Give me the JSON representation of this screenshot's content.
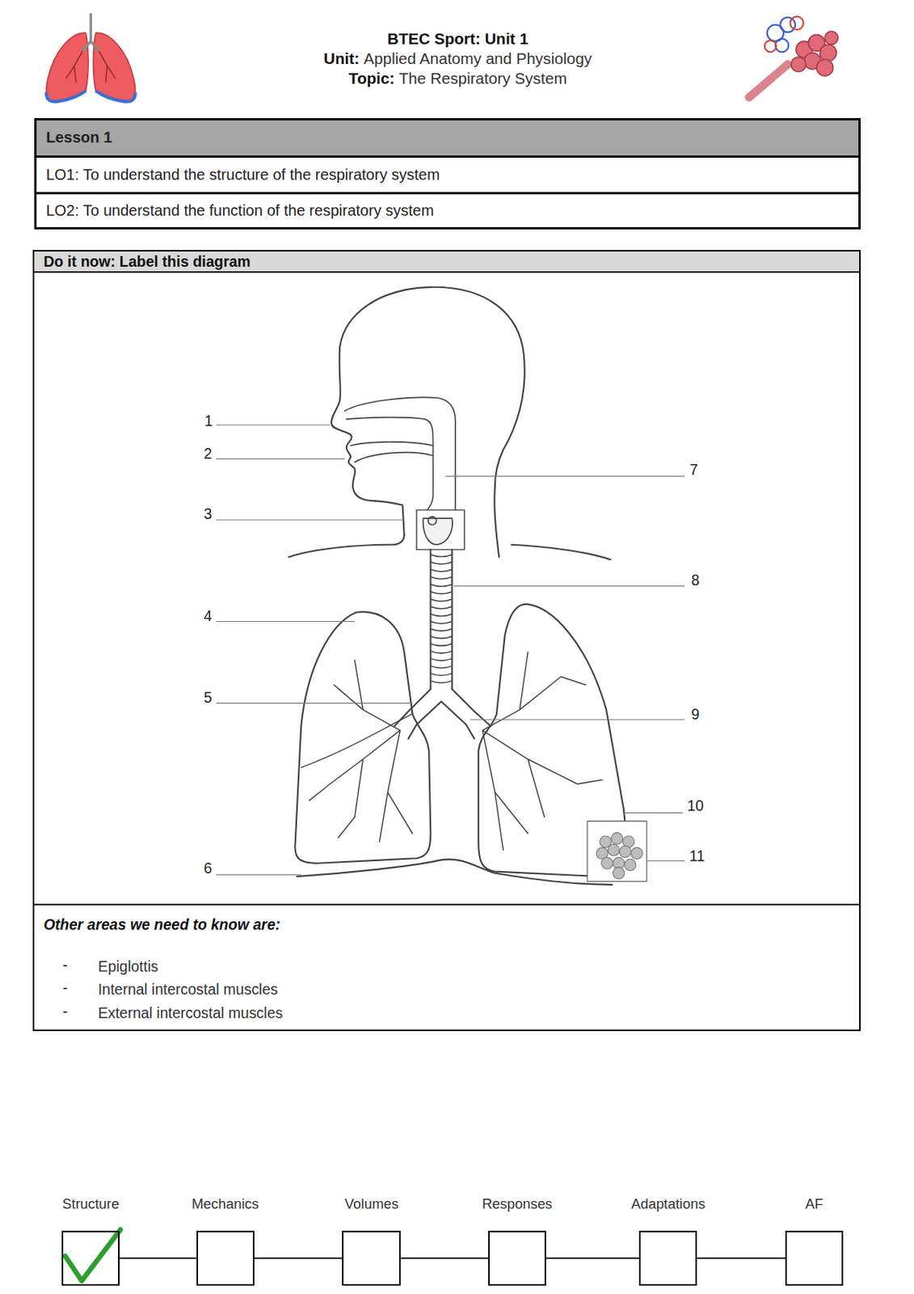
{
  "diagram": {
    "nodes": [
      {
        "text": [
          "Lesson 1"
        ]
      },
      {
        "text": [
          "LO1: To understand the structure of the respiratory system"
        ]
      },
      {
        "text": [
          "LO2: To understand the function of the respiratory system"
        ]
      },
      {
        "text": [
          "Do it now: Label this diagram"
        ]
      },
      {
        "text": [
          "Other areas we need to know are:",
          "Epiglottis",
          "Internal intercostal muscles",
          "External intercostal muscles"
        ]
      },
      {
        "text": [
          "Structure"
        ]
      },
      {
        "text": [
          "Mechanics"
        ]
      },
      {
        "text": [
          "Volumes"
        ]
      },
      {
        "text": [
          "Responses"
        ]
      },
      {
        "text": [
          "Adaptations"
        ]
      },
      {
        "text": [
          "AF"
        ]
      }
    ],
    "edges": [
      {
        "from": 5,
        "to": 6,
        "arrow": "none"
      },
      {
        "from": 6,
        "to": 7,
        "arrow": "none"
      },
      {
        "from": 7,
        "to": 8,
        "arrow": "none"
      },
      {
        "from": 8,
        "to": 9,
        "arrow": "none"
      },
      {
        "from": 9,
        "to": 10,
        "arrow": "none"
      }
    ],
    "labels": [
      "BTEC Sport: Unit 1",
      "Unit:",
      "Applied Anatomy and Physiology",
      "Topic:",
      "The Respiratory System",
      "1",
      "2",
      "3",
      "4",
      "5",
      "6",
      "7",
      "8",
      "9",
      "10",
      "11",
      "-",
      "-",
      "-"
    ]
  }
}
